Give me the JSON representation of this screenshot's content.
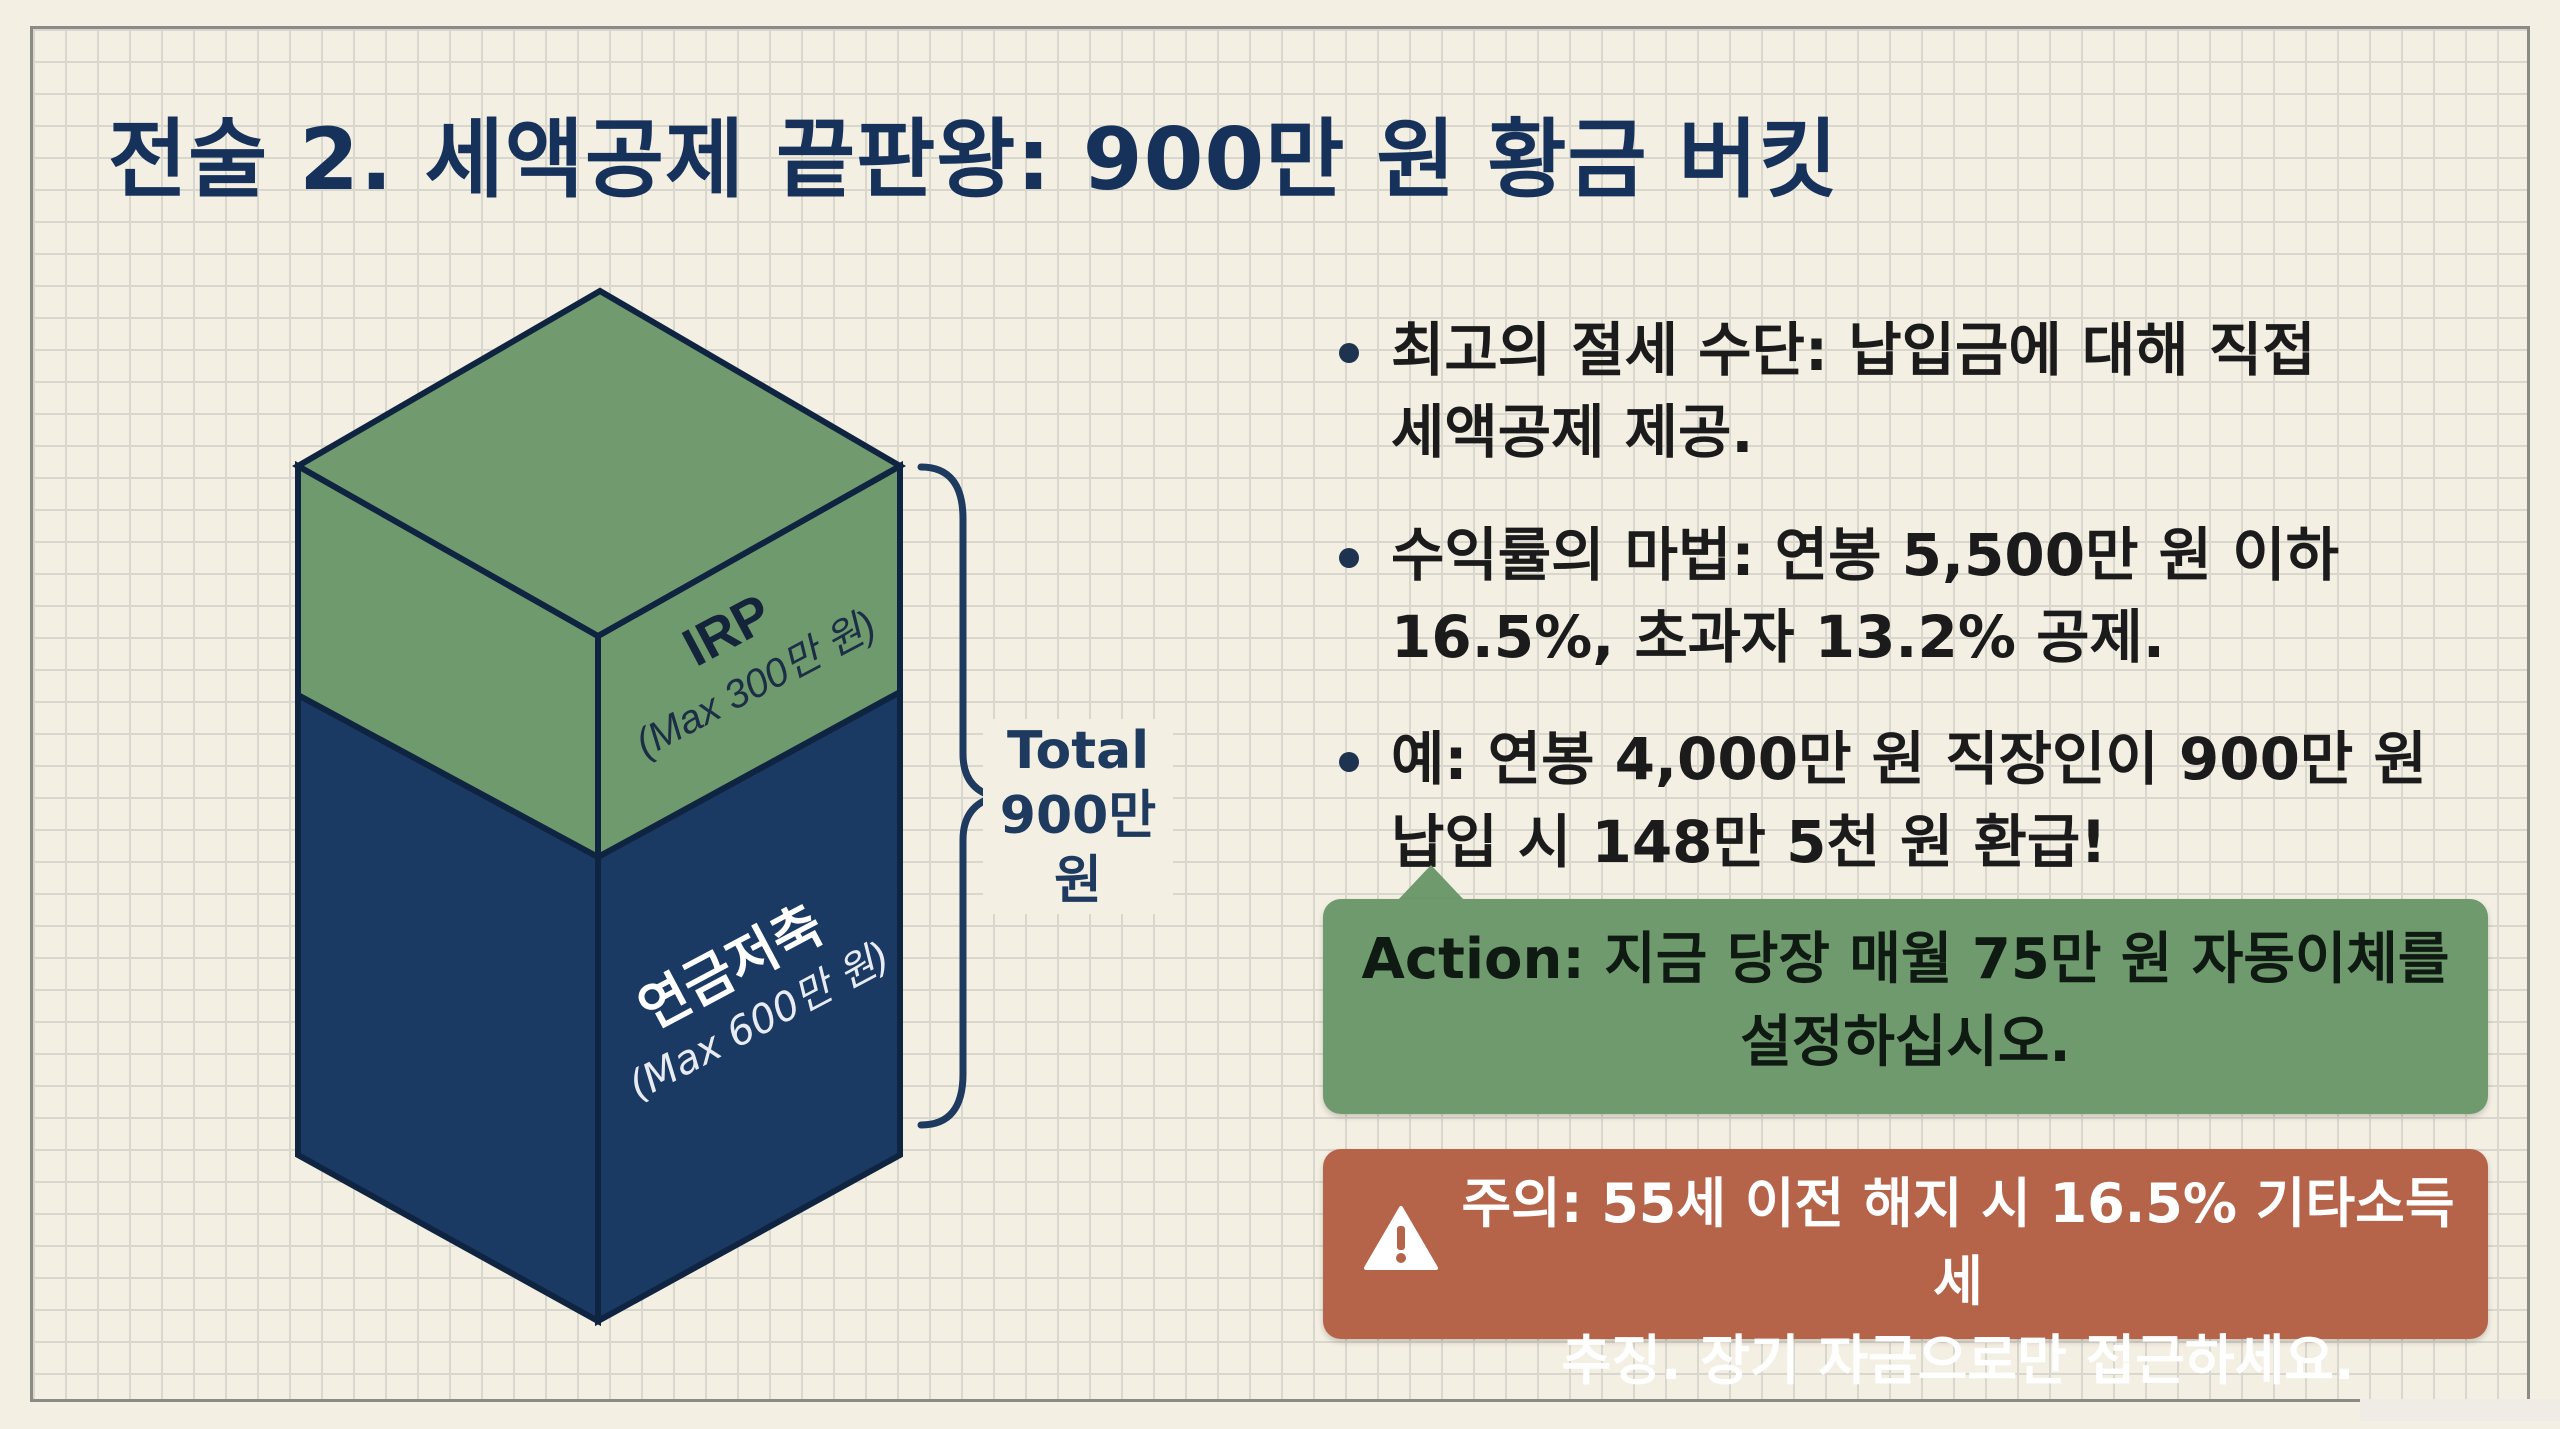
{
  "title": "전술 2. 세액공제 끝판왕: 900만 원 황금 버킷",
  "colors": {
    "title": "#17325a",
    "irp_green": "#6f9a6d",
    "pension_navy": "#1a3a64",
    "warning_red": "#b5644a",
    "grid_background": "#f4efe3"
  },
  "diagram": {
    "irp": {
      "name": "IRP",
      "limit": "(Max 300만 원)"
    },
    "pension": {
      "name": "연금저축",
      "limit": "(Max 600만 원)"
    },
    "total": {
      "line1": "Total",
      "line2": "900만 원"
    }
  },
  "bullets": [
    {
      "line1": "최고의 절세 수단: 납입금에 대해 직접",
      "line2": "세액공제 제공."
    },
    {
      "line1": "수익률의 마법: 연봉 5,500만 원 이하",
      "line2": "16.5%, 초과자 13.2% 공제."
    },
    {
      "line1": "예: 연봉 4,000만 원 직장인이 900만 원",
      "line2": "납입 시 148만 5천 원 환급!"
    }
  ],
  "action": {
    "line1": "Action: 지금 당장 매월 75만 원 자동이체를",
    "line2": "설정하십시오."
  },
  "warning": {
    "icon": "warning-triangle-icon",
    "line1": "주의: 55세 이전 해지 시 16.5% 기타소득세",
    "line2": "추징. 장기 자금으로만 접근하세요."
  }
}
